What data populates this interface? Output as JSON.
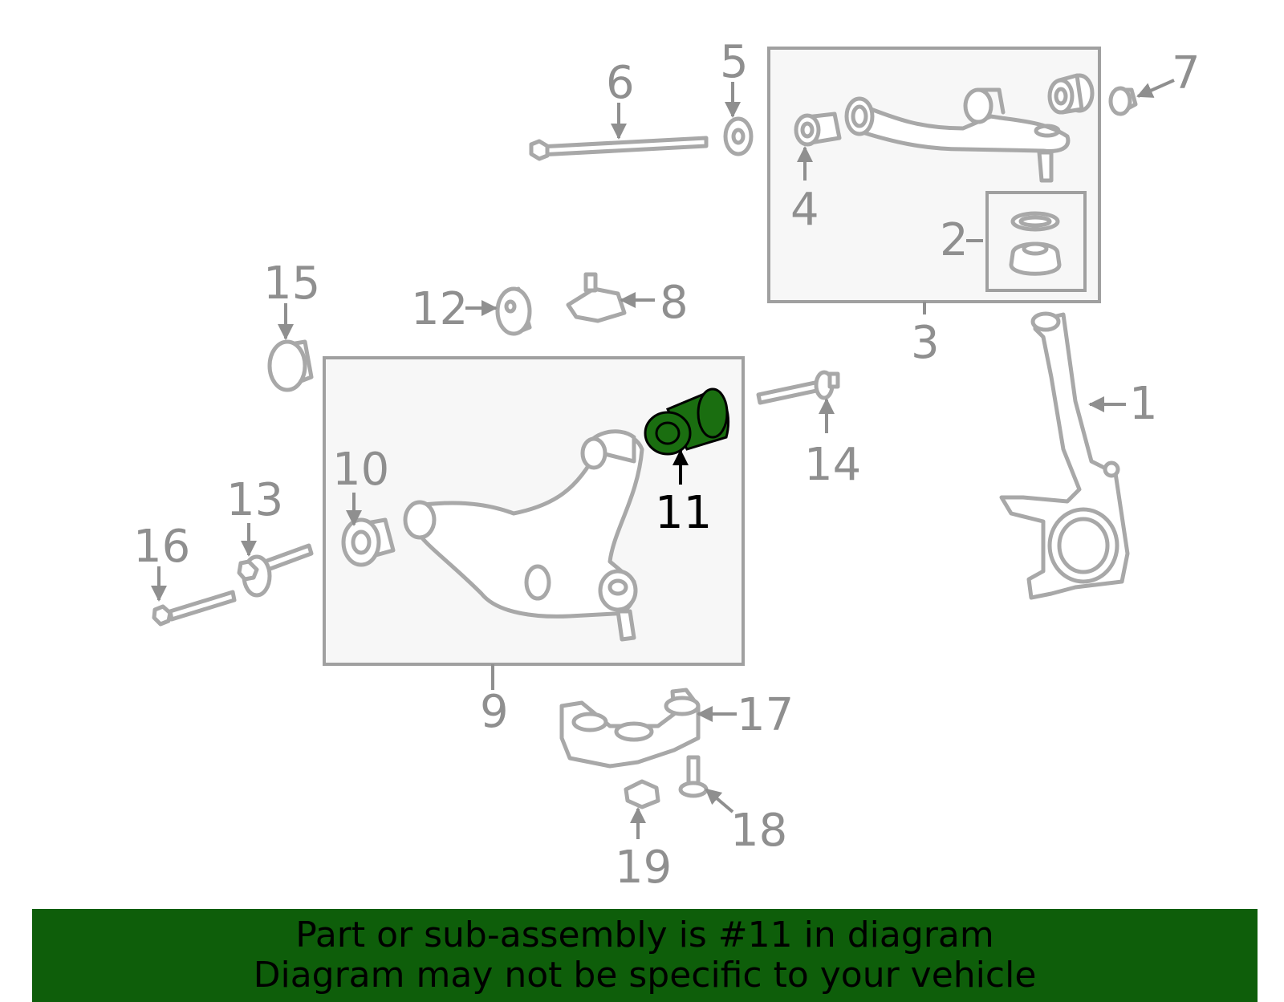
{
  "callouts": {
    "c1": "1",
    "c2": "2",
    "c3": "3",
    "c4": "4",
    "c5": "5",
    "c6": "6",
    "c7": "7",
    "c8": "8",
    "c9": "9",
    "c10": "10",
    "c11": "11",
    "c12": "12",
    "c13": "13",
    "c14": "14",
    "c15": "15",
    "c16": "16",
    "c17": "17",
    "c18": "18",
    "c19": "19"
  },
  "highlighted_part": "11",
  "colors": {
    "highlight": "#1a6e10",
    "banner": "#0e5e0a",
    "callout": "#8f8f8f",
    "line": "#a8a8a8"
  },
  "banner": {
    "line1": "Part or sub-assembly is #11 in diagram",
    "line2": "Diagram may not be specific to your vehicle"
  }
}
